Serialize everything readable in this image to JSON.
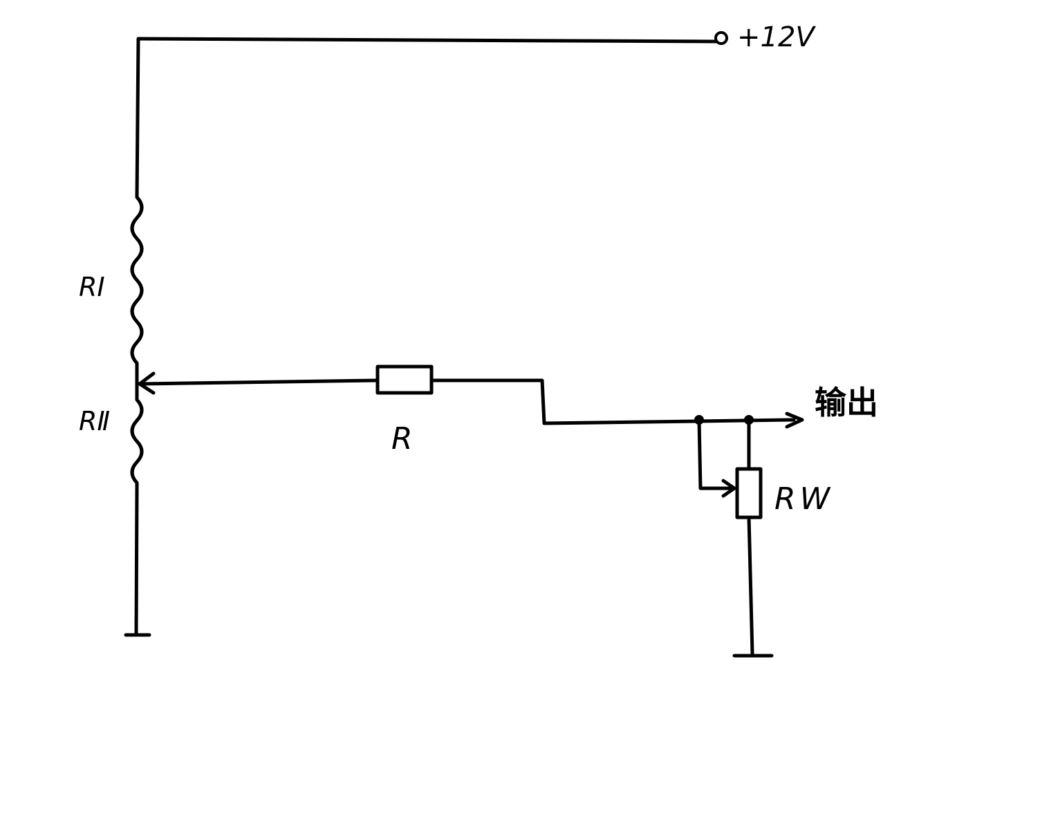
{
  "diagram": {
    "labels": {
      "supply": "+12V",
      "r1": "RⅠ",
      "r2": "RⅡ",
      "r": "R",
      "rw": "RW",
      "output": "输出"
    }
  }
}
